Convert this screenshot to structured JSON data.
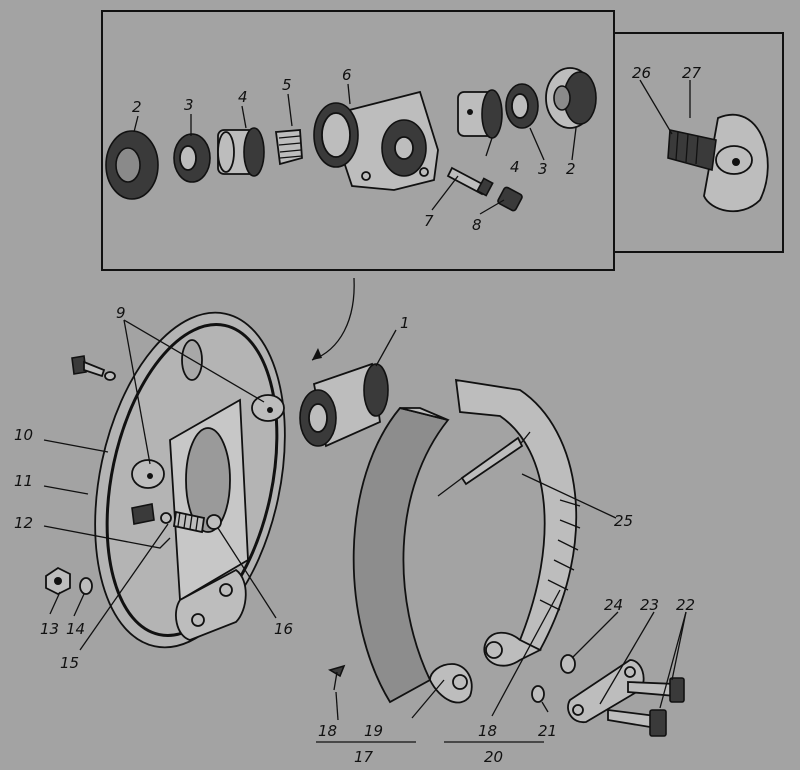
{
  "labels": {
    "l1": "1",
    "l2a": "2",
    "l2b": "2",
    "l3a": "3",
    "l3b": "3",
    "l4a": "4",
    "l4b": "4",
    "l5": "5",
    "l6": "6",
    "l7": "7",
    "l8": "8",
    "l9": "9",
    "l10": "10",
    "l11": "11",
    "l12": "12",
    "l13": "13",
    "l14": "14",
    "l15": "15",
    "l16": "16",
    "l17": "17",
    "l18a": "18",
    "l18b": "18",
    "l19": "19",
    "l20": "20",
    "l21": "21",
    "l22": "22",
    "l23": "23",
    "l24": "24",
    "l25": "25",
    "l26": "26",
    "l27": "27"
  }
}
